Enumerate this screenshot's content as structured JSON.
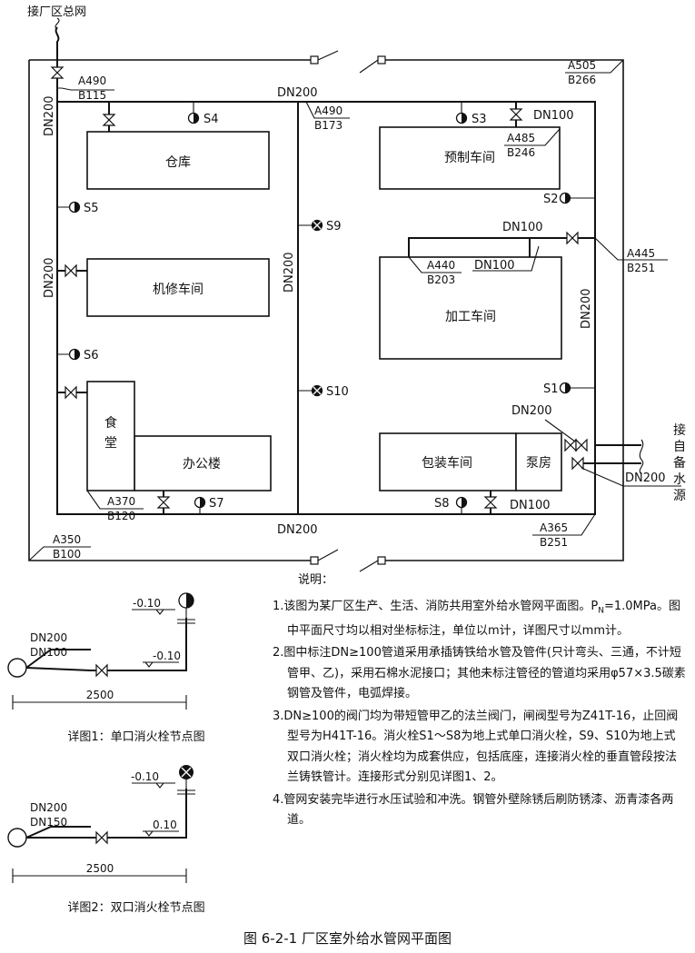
{
  "main_network": "接厂区总网",
  "backup_source": [
    "接",
    "自",
    "备",
    "水",
    "源"
  ],
  "buildings": {
    "warehouse": "仓库",
    "repair": "机修车间",
    "canteen": [
      "食",
      "堂"
    ],
    "office": "办公楼",
    "prefab": "预制车间",
    "process": "加工车间",
    "packing": "包装车间",
    "pump": "泵房"
  },
  "pipe_sizes": {
    "top_main": "DN200",
    "bottom_main": "DN200",
    "left_vertical_top": "DN200",
    "left_vertical": "DN200",
    "middle_vertical": "DN200",
    "right_vertical": "DN200",
    "right_valve_top": "DN100",
    "process_branch": "DN100",
    "process_label": "DN100",
    "pump_top": "DN200",
    "pump_side": "DN200",
    "pack_bottom": "DN100"
  },
  "coords": {
    "c1": {
      "a": "A490",
      "b": "B115"
    },
    "c2": {
      "a": "A490",
      "b": "B173"
    },
    "c3": {
      "a": "A505",
      "b": "B266"
    },
    "c4": {
      "a": "A485",
      "b": "B246"
    },
    "c5": {
      "a": "A445",
      "b": "B251"
    },
    "c6": {
      "a": "A440",
      "b": "B203"
    },
    "c7": {
      "a": "A370",
      "b": "B120"
    },
    "c8": {
      "a": "A350",
      "b": "B100"
    },
    "c9": {
      "a": "A365",
      "b": "B251"
    }
  },
  "hydrants": {
    "s1": "S1",
    "s2": "S2",
    "s3": "S3",
    "s4": "S4",
    "s5": "S5",
    "s6": "S6",
    "s7": "S7",
    "s8": "S8",
    "s9": "S9",
    "s10": "S10"
  },
  "detail1": {
    "elev_top": "-0.10",
    "elev_bottom": "-0.10",
    "pipe_a": "DN200",
    "pipe_b": "DN100",
    "dim": "2500",
    "title": "详图1：单口消火栓节点图"
  },
  "detail2": {
    "elev_top": "-0.10",
    "elev_bottom": "0.10",
    "pipe_a": "DN200",
    "pipe_b": "DN150",
    "dim": "2500",
    "title": "详图2：双口消火栓节点图"
  },
  "notes": {
    "heading": "说明：",
    "items": [
      "1.该图为某厂区生产、生活、消防共用室外给水管网平面图。P",
      "2.图中标注DN≥100管道采用承插铸铁给水管及管件(只计弯头、三通，不计短管甲、乙)，采用石棉水泥接口；其他未标注管径的管道均采用φ57×3.5碳素钢管及管件，电弧焊接。",
      "3.DN≥100的阀门均为带短管甲乙的法兰阀门，闸阀型号为Z41T-16，止回阀型号为H41T-16。消火栓S1～S8为地上式单口消火栓，S9、S10为地上式双口消火栓；消火栓均为成套供应，包括底座，连接消火栓的垂直管段按法兰铸铁管计。连接形式分别见详图1、2。",
      "4.管网安装完毕进行水压试验和冲洗。钢管外壁除锈后刷防锈漆、沥青漆各两道。"
    ],
    "note1_sub": "N",
    "note1_rest": "=1.0MPa。图中平面尺寸均以相对坐标标注，单位以m计，详图尺寸以mm计。"
  },
  "caption": "图 6-2-1   厂区室外给水管网平面图"
}
